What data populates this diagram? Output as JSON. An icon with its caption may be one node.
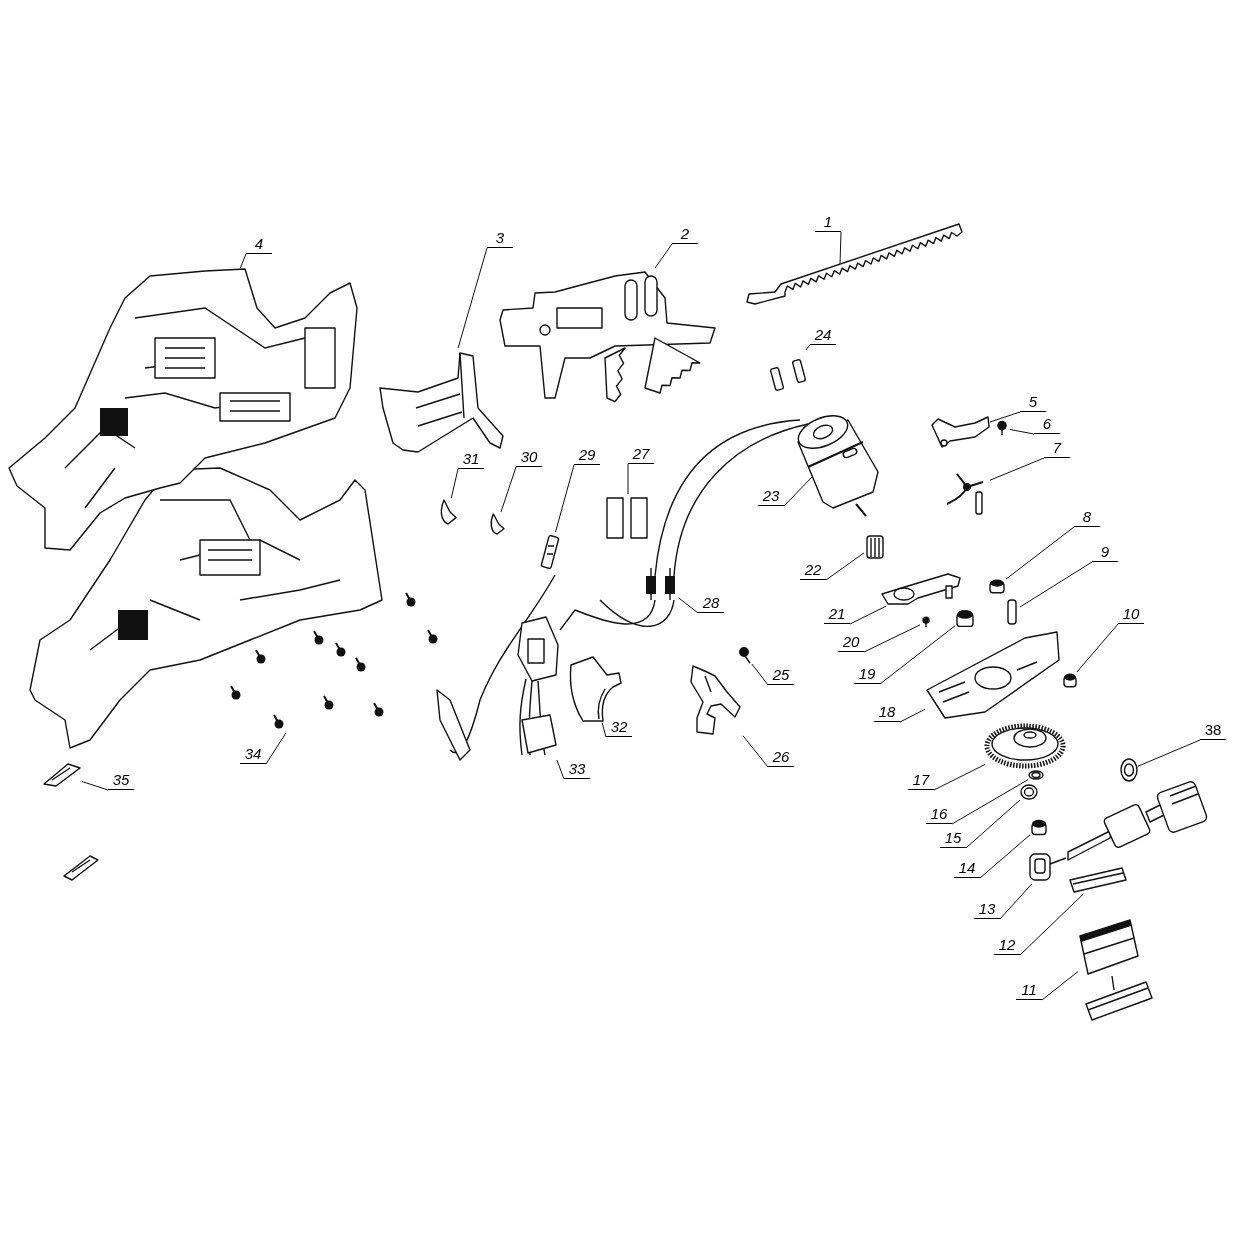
{
  "diagram": {
    "nodes": [
      {
        "text": [
          "1"
        ]
      },
      {
        "text": [
          "2"
        ]
      },
      {
        "text": [
          "3"
        ]
      },
      {
        "text": [
          "4"
        ]
      },
      {
        "text": [
          "5"
        ]
      },
      {
        "text": [
          "6"
        ]
      },
      {
        "text": [
          "7"
        ]
      },
      {
        "text": [
          "8"
        ]
      },
      {
        "text": [
          "9"
        ]
      },
      {
        "text": [
          "10"
        ]
      },
      {
        "text": [
          "11"
        ]
      },
      {
        "text": [
          "12"
        ]
      },
      {
        "text": [
          "13"
        ]
      },
      {
        "text": [
          "14"
        ]
      },
      {
        "text": [
          "15"
        ]
      },
      {
        "text": [
          "16"
        ]
      },
      {
        "text": [
          "17"
        ]
      },
      {
        "text": [
          "18"
        ]
      },
      {
        "text": [
          "19"
        ]
      },
      {
        "text": [
          "20"
        ]
      },
      {
        "text": [
          "21"
        ]
      },
      {
        "text": [
          "22"
        ]
      },
      {
        "text": [
          "23"
        ]
      },
      {
        "text": [
          "24"
        ]
      },
      {
        "text": [
          "25"
        ]
      },
      {
        "text": [
          "26"
        ]
      },
      {
        "text": [
          "27"
        ]
      },
      {
        "text": [
          "28"
        ]
      },
      {
        "text": [
          "29"
        ]
      },
      {
        "text": [
          "30"
        ]
      },
      {
        "text": [
          "31"
        ]
      },
      {
        "text": [
          "32"
        ]
      },
      {
        "text": [
          "33"
        ]
      },
      {
        "text": [
          "34"
        ]
      },
      {
        "text": [
          "35"
        ]
      },
      {
        "text": [
          "38"
        ]
      },
      {
        "text": [],
        "shape": "picture"
      },
      {
        "text": [],
        "shape": "picture"
      },
      {
        "text": [],
        "shape": "picture"
      },
      {
        "text": [],
        "shape": "picture"
      },
      {
        "text": [],
        "shape": "picture"
      },
      {
        "text": [],
        "shape": "picture"
      },
      {
        "text": [],
        "shape": "picture"
      },
      {
        "text": [],
        "shape": "cylinder"
      },
      {
        "text": [],
        "shape": "bar"
      },
      {
        "text": [],
        "shape": "cylinder"
      },
      {
        "text": [],
        "shape": "picture"
      },
      {
        "text": [],
        "shape": "picture"
      },
      {
        "text": [],
        "shape": "picture"
      },
      {
        "text": [],
        "shape": "cylinder"
      },
      {
        "text": [],
        "shape": "picture"
      },
      {
        "text": [],
        "shape": "picture"
      },
      {
        "text": [],
        "shape": "picture"
      },
      {
        "text": [],
        "shape": "picture"
      },
      {
        "text": [],
        "shape": "cylinder"
      },
      {
        "text": [],
        "shape": "picture"
      },
      {
        "text": [],
        "shape": "picture"
      },
      {
        "text": [],
        "shape": "picture"
      },
      {
        "text": [],
        "shape": "picture"
      },
      {
        "text": [],
        "shape": "picture"
      },
      {
        "text": [],
        "shape": "circle"
      },
      {
        "text": [],
        "shape": "picture"
      },
      {
        "text": [],
        "shape": "picture"
      },
      {
        "text": [],
        "shape": "picture"
      },
      {
        "text": [],
        "shape": "picture"
      },
      {
        "text": [],
        "shape": "picture"
      },
      {
        "text": [],
        "shape": "picture"
      },
      {
        "text": [],
        "shape": "picture"
      },
      {
        "text": [],
        "shape": "picture"
      },
      {
        "text": [],
        "shape": "picture"
      },
      {
        "text": [],
        "shape": "picture"
      },
      {
        "text": [],
        "shape": "picture"
      }
    ],
    "edges": [
      {
        "from": 0,
        "to": 36,
        "arrow": "none"
      },
      {
        "from": 1,
        "to": 37,
        "arrow": "none"
      },
      {
        "from": 2,
        "to": 38,
        "arrow": "none"
      },
      {
        "from": 3,
        "to": 39,
        "arrow": "none"
      },
      {
        "from": 4,
        "to": 40,
        "arrow": "none"
      },
      {
        "from": 5,
        "to": 41,
        "arrow": "none"
      },
      {
        "from": 6,
        "to": 42,
        "arrow": "none"
      },
      {
        "from": 7,
        "to": 43,
        "arrow": "none"
      },
      {
        "from": 8,
        "to": 44,
        "arrow": "none"
      },
      {
        "from": 9,
        "to": 45,
        "arrow": "none"
      },
      {
        "from": 10,
        "to": 46,
        "arrow": "none"
      },
      {
        "from": 11,
        "to": 47,
        "arrow": "none"
      },
      {
        "from": 12,
        "to": 48,
        "arrow": "none"
      },
      {
        "from": 13,
        "to": 49,
        "arrow": "none"
      },
      {
        "from": 14,
        "to": 50,
        "arrow": "none"
      },
      {
        "from": 15,
        "to": 51,
        "arrow": "none"
      },
      {
        "from": 16,
        "to": 52,
        "arrow": "none"
      },
      {
        "from": 17,
        "to": 53,
        "arrow": "none"
      },
      {
        "from": 18,
        "to": 54,
        "arrow": "none"
      },
      {
        "from": 19,
        "to": 55,
        "arrow": "none"
      },
      {
        "from": 20,
        "to": 56,
        "arrow": "none"
      },
      {
        "from": 21,
        "to": 57,
        "arrow": "none"
      },
      {
        "from": 22,
        "to": 58,
        "arrow": "none"
      },
      {
        "from": 23,
        "to": 59,
        "arrow": "none"
      },
      {
        "from": 24,
        "to": 60,
        "arrow": "none"
      },
      {
        "from": 25,
        "to": 61,
        "arrow": "none"
      },
      {
        "from": 26,
        "to": 62,
        "arrow": "none"
      },
      {
        "from": 27,
        "to": 63,
        "arrow": "none"
      },
      {
        "from": 28,
        "to": 64,
        "arrow": "none"
      },
      {
        "from": 29,
        "to": 65,
        "arrow": "none"
      },
      {
        "from": 30,
        "to": 66,
        "arrow": "none"
      },
      {
        "from": 31,
        "to": 67,
        "arrow": "none"
      },
      {
        "from": 32,
        "to": 68,
        "arrow": "none"
      },
      {
        "from": 33,
        "to": 69,
        "arrow": "none"
      },
      {
        "from": 34,
        "to": 70,
        "arrow": "none"
      },
      {
        "from": 35,
        "to": 71,
        "arrow": "none"
      }
    ]
  }
}
